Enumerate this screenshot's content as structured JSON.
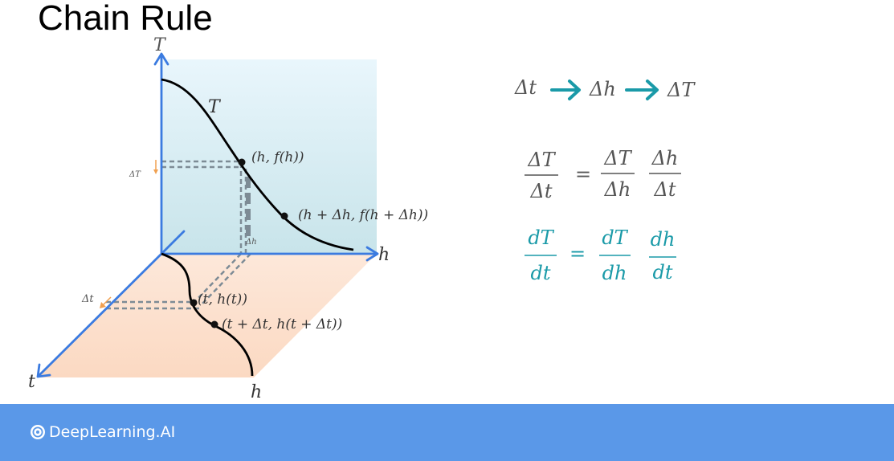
{
  "slide": {
    "title": "Chain Rule"
  },
  "diagram": {
    "axis_T": "T",
    "axis_h_top": "h",
    "axis_t": "t",
    "axis_h_bottom": "h",
    "curve_T": "T",
    "point1": "(h, f(h))",
    "point2": "(h + Δh, f(h + Δh))",
    "point3": "(t, h(t))",
    "point4": "(t + Δt, h(t + Δt))",
    "delta_T_small": "ΔT",
    "delta_h_small": "Δh",
    "delta_t_small": "Δt"
  },
  "chain": {
    "a": "Δt",
    "b": "Δh",
    "c": "ΔT"
  },
  "eq1": {
    "lhs_num": "ΔT",
    "lhs_den": "Δt",
    "eq": "=",
    "r1_num": "ΔT",
    "r1_den": "Δh",
    "r2_num": "Δh",
    "r2_den": "Δt"
  },
  "eq2": {
    "lhs_num": "dT",
    "lhs_den": "dt",
    "eq": "=",
    "r1_num": "dT",
    "r1_den": "dh",
    "r2_num": "dh",
    "r2_den": "dt"
  },
  "colors": {
    "axis": "#3b7be0",
    "teal": "#1a9aa8",
    "footer": "#5a98e8",
    "orange": "#f0a050"
  },
  "footer": {
    "brand": "DeepLearning.AI"
  }
}
